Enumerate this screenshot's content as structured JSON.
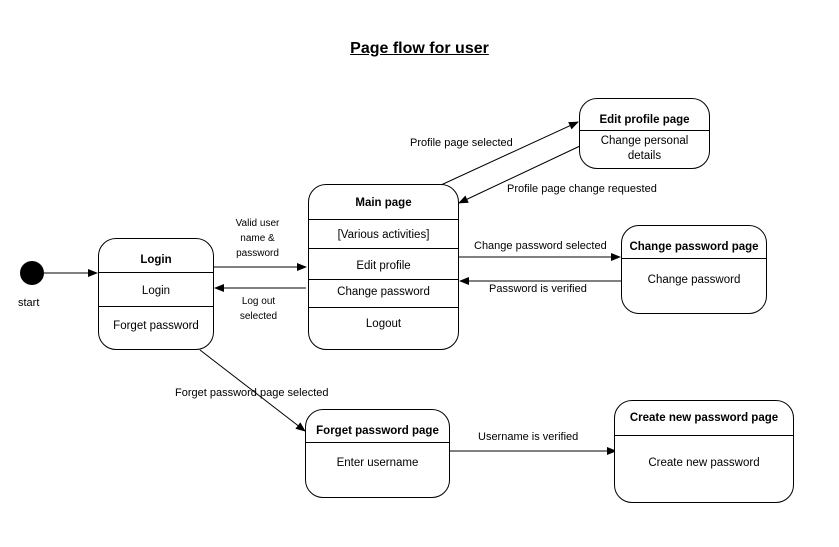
{
  "title": "Page flow for user",
  "start_label": "start",
  "states": {
    "login": {
      "title": "Login",
      "items": [
        "Login",
        "Forget password"
      ]
    },
    "main": {
      "title": "Main page",
      "items": [
        "[Various activities]",
        "Edit profile",
        "Change password",
        "Logout"
      ]
    },
    "edit_profile": {
      "title": "Edit profile page",
      "items": [
        "Change personal details"
      ]
    },
    "change_password": {
      "title": "Change password page",
      "items": [
        "Change password"
      ]
    },
    "forget_password": {
      "title": "Forget password page",
      "items": [
        "Enter username"
      ]
    },
    "create_password": {
      "title": "Create new password page",
      "items": [
        "Create new password"
      ]
    }
  },
  "transitions": {
    "valid_login": "Valid user name & password",
    "log_out": "Log out selected",
    "profile_selected": "Profile page selected",
    "profile_change": "Profile page change requested",
    "change_pw_selected": "Change password selected",
    "pw_verified": "Password is verified",
    "forget_pw_selected": "Forget password page selected",
    "username_verified": "Username is verified"
  }
}
